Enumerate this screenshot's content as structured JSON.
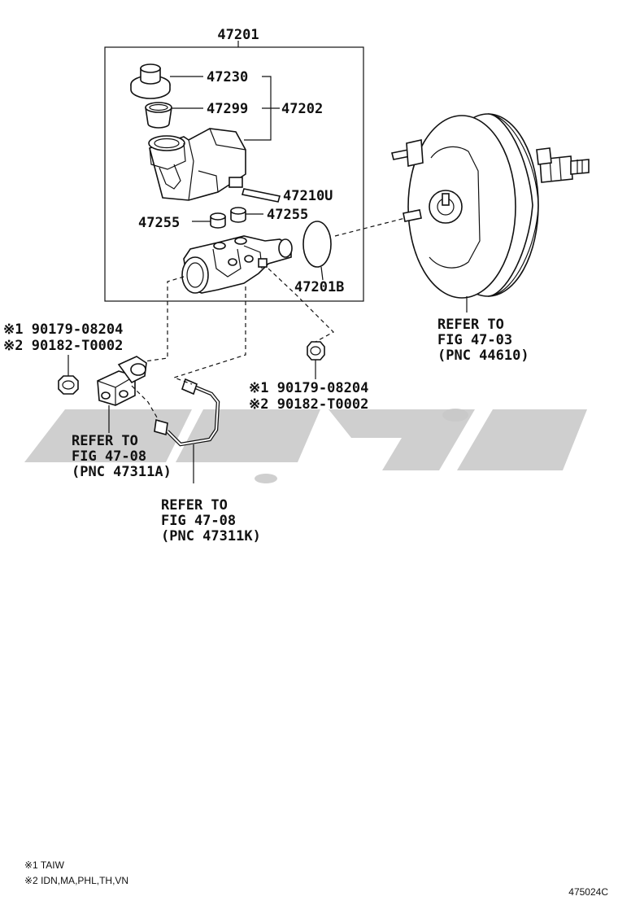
{
  "assembly": {
    "label": "47201"
  },
  "parts": {
    "cap": "47230",
    "strainer": "47299",
    "reservoir_set": "47202",
    "pin": "47210U",
    "grommet_left": "47255",
    "grommet_right": "47255",
    "oring": "47201B"
  },
  "nut_left": {
    "line1": "※1 90179-08204",
    "line2": "※2 90182-T0002"
  },
  "nut_right": {
    "line1": "※1 90179-08204",
    "line2": "※2 90182-T0002"
  },
  "refs": {
    "booster": [
      "REFER TO",
      "FIG 47-03",
      "(PNC 44610)"
    ],
    "valve": [
      "REFER TO",
      "FIG 47-08",
      "(PNC 47311A)"
    ],
    "tube": [
      "REFER TO",
      "FIG 47-08",
      "(PNC 47311K)"
    ]
  },
  "notes": {
    "note1": "※1 TAIW",
    "note2": "※2 IDN,MA,PHL,TH,VN"
  },
  "figure_code": "475024C",
  "colors": {
    "line": "#111111",
    "watermark": "#c8c8c8"
  }
}
